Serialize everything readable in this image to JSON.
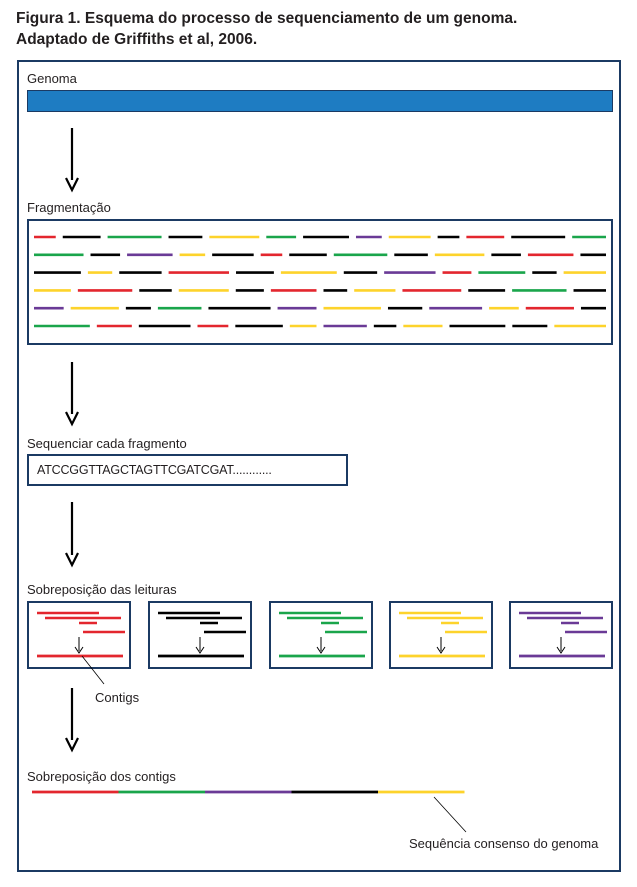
{
  "caption": {
    "line1": "Figura 1. Esquema do processo de sequenciamento de um genoma.",
    "line2": "Adaptado de Griffiths et al, 2006."
  },
  "steps": {
    "genome": "Genoma",
    "fragmentation": "Fragmentação",
    "sequencing": "Sequenciar cada fragmento",
    "read_overlap": "Sobreposição das leituras",
    "contig_overlap": "Sobreposição dos contigs"
  },
  "sequence_text": "ATCCGGTTAGCTAGTTCGATCGAT............",
  "annotations": {
    "contigs": "Contigs",
    "consensus": "Sequência consenso do genoma"
  },
  "colors": {
    "red": "#e3262e",
    "black": "#000000",
    "green": "#1aa54b",
    "yellow": "#fdd32b",
    "purple": "#6a3a96",
    "genome_blue": "#1e7cc2",
    "frame": "#1b3a63"
  },
  "fragment_rows": [
    [
      "red",
      "black",
      "green",
      "black",
      "yellow",
      "green",
      "black",
      "purple",
      "yellow",
      "black",
      "red",
      "black",
      "green"
    ],
    [
      "green",
      "black",
      "purple",
      "yellow",
      "black",
      "red",
      "black",
      "green",
      "black",
      "yellow",
      "black",
      "red",
      "black"
    ],
    [
      "black",
      "yellow",
      "black",
      "red",
      "black",
      "yellow",
      "black",
      "purple",
      "red",
      "green",
      "black",
      "yellow"
    ],
    [
      "yellow",
      "red",
      "black",
      "yellow",
      "black",
      "red",
      "black",
      "yellow",
      "red",
      "black",
      "green",
      "black"
    ],
    [
      "purple",
      "yellow",
      "black",
      "green",
      "black",
      "purple",
      "yellow",
      "black",
      "purple",
      "yellow",
      "red",
      "black"
    ],
    [
      "green",
      "red",
      "black",
      "red",
      "black",
      "yellow",
      "purple",
      "black",
      "yellow",
      "black",
      "black",
      "yellow"
    ]
  ],
  "overlap_panels": [
    "red",
    "black",
    "green",
    "yellow",
    "purple"
  ],
  "consensus_segments": [
    "red",
    "green",
    "purple",
    "black",
    "yellow"
  ]
}
